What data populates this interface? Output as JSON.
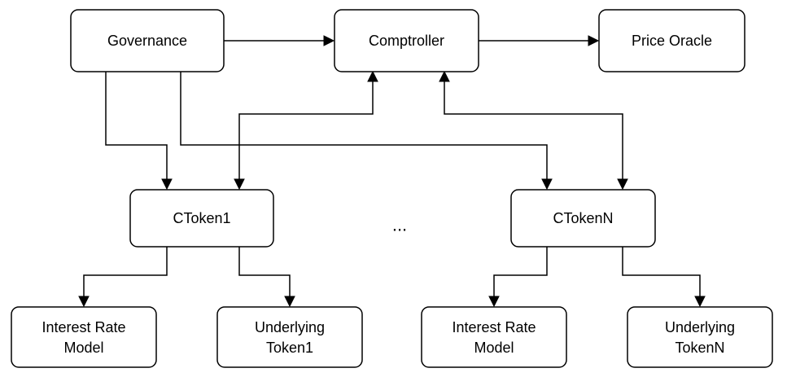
{
  "nodes": {
    "governance": {
      "label": "Governance"
    },
    "comptroller": {
      "label": "Comptroller"
    },
    "price_oracle": {
      "label": "Price Oracle"
    },
    "ctoken1": {
      "label": "CToken1"
    },
    "ctokenn": {
      "label": "CTokenN"
    },
    "interest_rate_model_1": {
      "lines": [
        "Interest Rate",
        "Model"
      ]
    },
    "underlying_token_1": {
      "lines": [
        "Underlying",
        "Token1"
      ]
    },
    "interest_rate_model_n": {
      "lines": [
        "Interest Rate",
        "Model"
      ]
    },
    "underlying_token_n": {
      "lines": [
        "Underlying",
        "TokenN"
      ]
    }
  },
  "ellipsis": "...",
  "edges": [
    {
      "from": "governance",
      "to": "comptroller",
      "direction": "forward"
    },
    {
      "from": "comptroller",
      "to": "price_oracle",
      "direction": "forward"
    },
    {
      "from": "governance",
      "to": "ctoken1",
      "direction": "forward"
    },
    {
      "from": "governance",
      "to": "ctokenn",
      "direction": "forward"
    },
    {
      "from": "ctoken1",
      "to": "comptroller",
      "direction": "both"
    },
    {
      "from": "ctokenn",
      "to": "comptroller",
      "direction": "both"
    },
    {
      "from": "ctoken1",
      "to": "interest_rate_model_1",
      "direction": "forward"
    },
    {
      "from": "ctoken1",
      "to": "underlying_token_1",
      "direction": "forward"
    },
    {
      "from": "ctokenn",
      "to": "interest_rate_model_n",
      "direction": "forward"
    },
    {
      "from": "ctokenn",
      "to": "underlying_token_n",
      "direction": "forward"
    }
  ],
  "colors": {
    "stroke": "#000000",
    "fill": "#ffffff",
    "background": "#ffffff"
  }
}
